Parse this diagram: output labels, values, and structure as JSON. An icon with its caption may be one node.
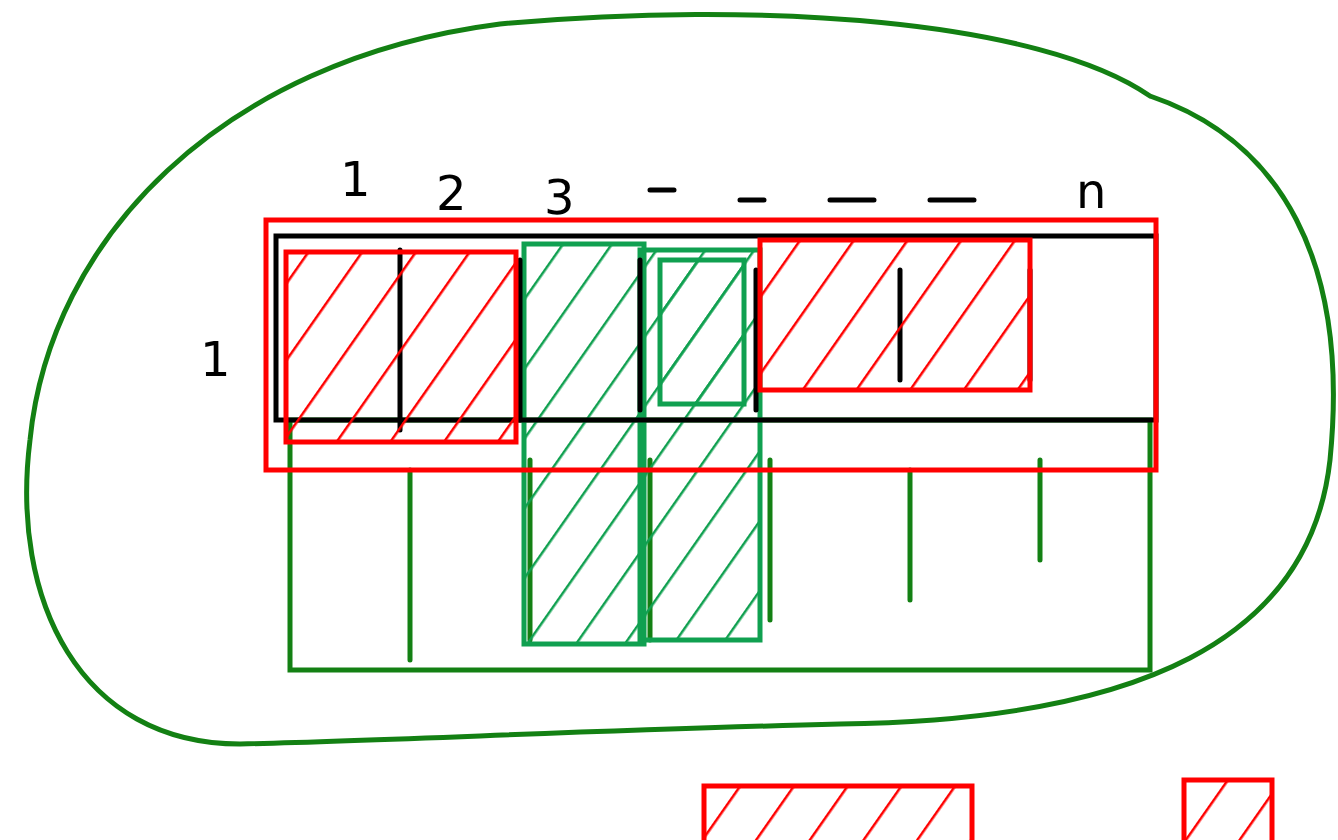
{
  "diagram": {
    "labels": [
      "1",
      "2",
      "3",
      "n",
      "1"
    ]
  }
}
